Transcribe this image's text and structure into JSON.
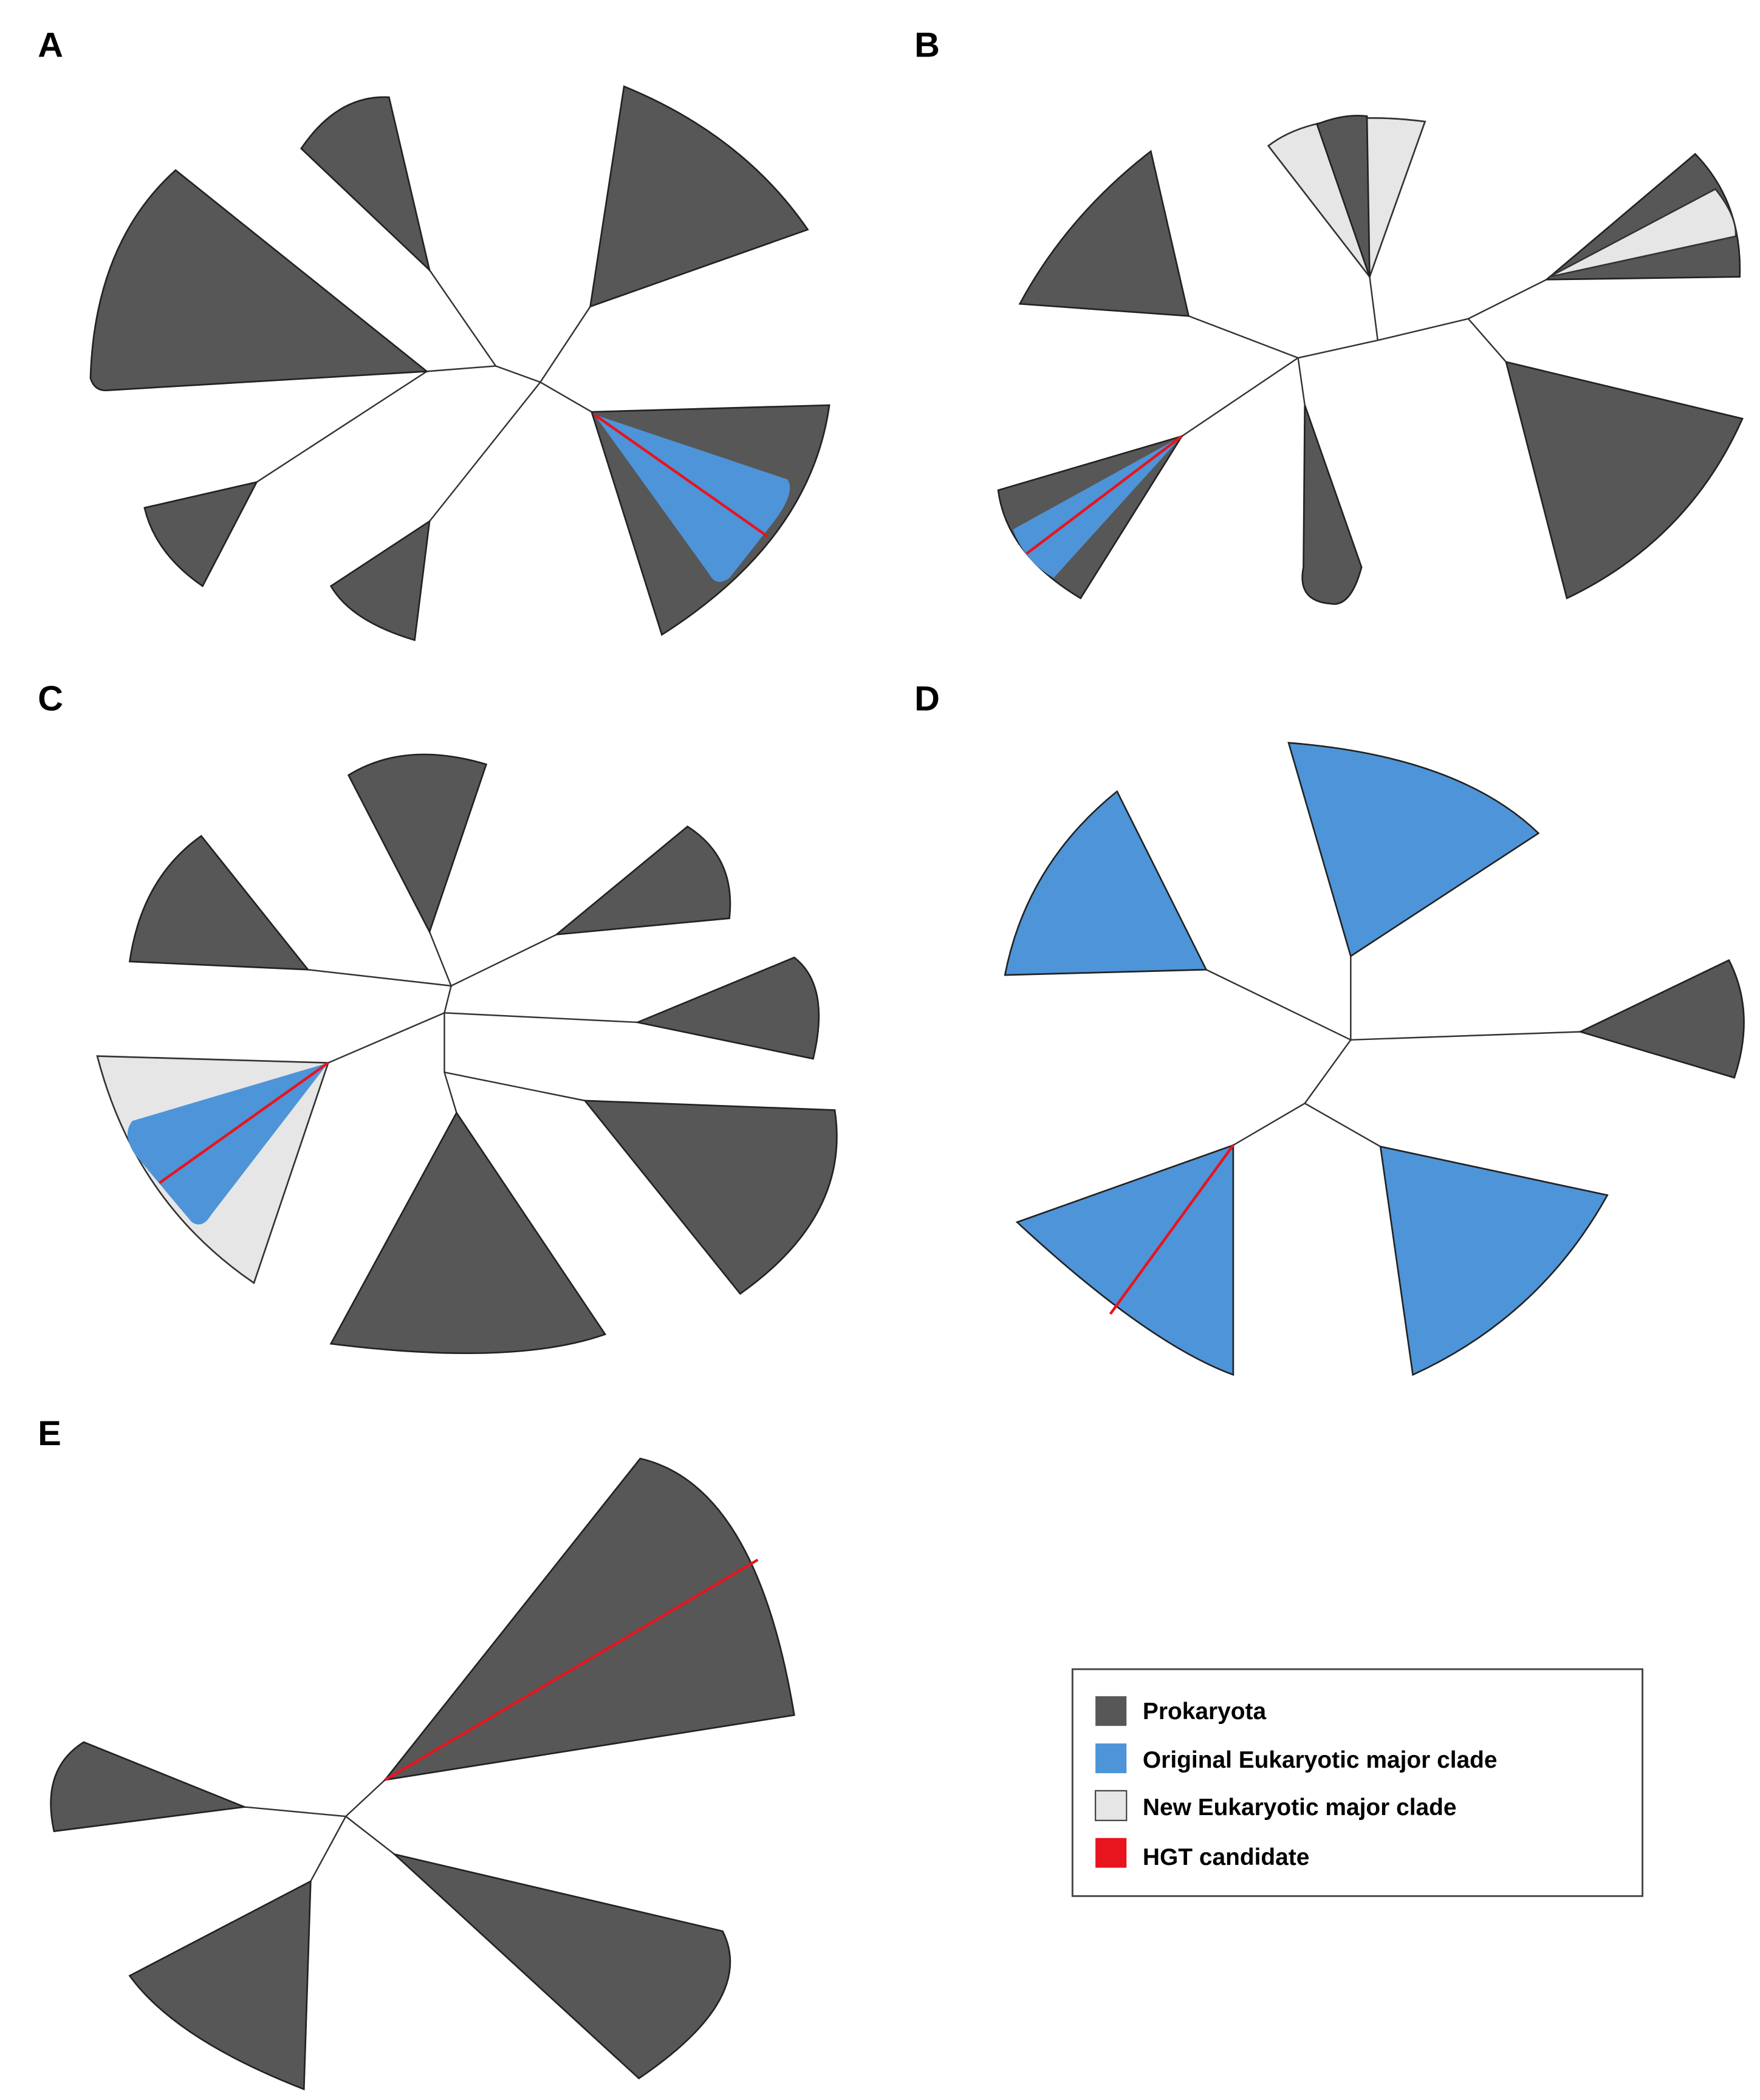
{
  "figure": {
    "panels": [
      {
        "id": "A",
        "label": "A"
      },
      {
        "id": "B",
        "label": "B"
      },
      {
        "id": "C",
        "label": "C"
      },
      {
        "id": "D",
        "label": "D"
      },
      {
        "id": "E",
        "label": "E"
      }
    ],
    "legend": {
      "items": [
        {
          "label": "Prokaryota",
          "color": "#575757"
        },
        {
          "label": "Original Eukaryotic major clade",
          "color": "#4e94d8"
        },
        {
          "label": "New Eukaryotic major clade",
          "color": "#e6e6e6"
        },
        {
          "label": "HGT candidate",
          "color": "#e8141e"
        }
      ]
    }
  }
}
